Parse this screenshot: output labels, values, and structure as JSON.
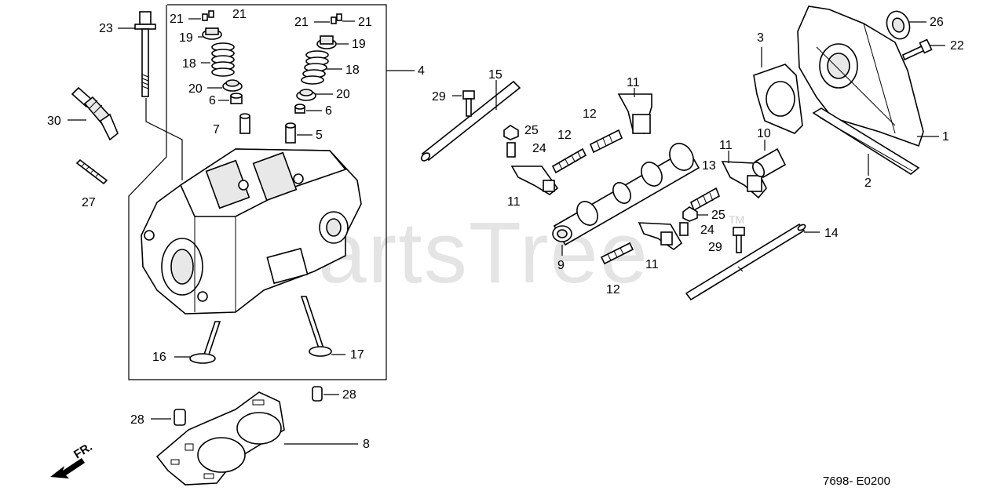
{
  "watermark": {
    "text": "PartsTree",
    "trademark": "TM"
  },
  "direction_indicator": {
    "label": "FR."
  },
  "drawing_code": "7698- E0200",
  "callouts": {
    "c1": "1",
    "c2": "2",
    "c3": "3",
    "c4": "4",
    "c5": "5",
    "c6a": "6",
    "c6b": "6",
    "c7": "7",
    "c8": "8",
    "c9": "9",
    "c10": "10",
    "c11a": "11",
    "c11b": "11",
    "c11c": "11",
    "c11d": "11",
    "c12a": "12",
    "c12b": "12",
    "c12c": "12",
    "c13": "13",
    "c14": "14",
    "c15": "15",
    "c16": "16",
    "c17": "17",
    "c18a": "18",
    "c18b": "18",
    "c19a": "19",
    "c19b": "19",
    "c20a": "20",
    "c20b": "20",
    "c21a": "21",
    "c21b": "21",
    "c21c": "21",
    "c21d": "21",
    "c22": "22",
    "c23": "23",
    "c24a": "24",
    "c24b": "24",
    "c25a": "25",
    "c25b": "25",
    "c26": "26",
    "c27": "27",
    "c28a": "28",
    "c28b": "28",
    "c29a": "29",
    "c29b": "29",
    "c30": "30"
  }
}
